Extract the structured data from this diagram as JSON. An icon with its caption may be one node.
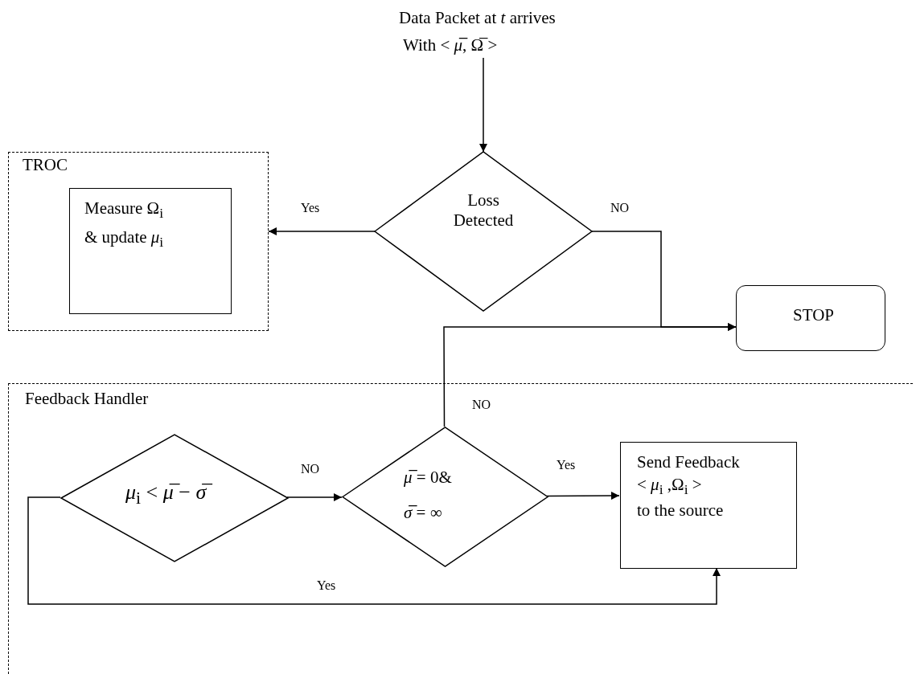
{
  "diagram": {
    "nodes": [
      {
        "text": [
          "Data Packet at *t* arrives",
          "With < *μ̅*, Ω̅ >"
        ]
      },
      {
        "text": [
          "TROC"
        ]
      },
      {
        "text": [
          "Measure Ω$_{i}$",
          "& update *μ*$_{i}$"
        ],
        "in": 1
      },
      {
        "text": [
          "Loss Detected"
        ]
      },
      {
        "text": [
          "STOP"
        ]
      },
      {
        "text": [
          "Feedback Handler"
        ]
      },
      {
        "text": [
          "*μ*$_{i}$ < *μ̅* − *σ̅*"
        ],
        "in": 5
      },
      {
        "text": [
          "*μ̅* = 0&",
          "*σ̅* = ∞"
        ],
        "in": 5
      },
      {
        "text": [
          "Send Feedback",
          "< *μ*$_{i}$ ,Ω$_{i}$ >",
          "to the source"
        ],
        "in": 5
      }
    ],
    "edges": [
      {
        "from": 0,
        "to": 3,
        "arrow": "to"
      },
      {
        "from": 3,
        "to": 1,
        "arrow": "to",
        "label": "Yes"
      },
      {
        "from": 3,
        "to": 4,
        "arrow": "to",
        "label": "NO"
      },
      {
        "from": 7,
        "to": 4,
        "arrow": "to",
        "label": "NO"
      },
      {
        "from": 6,
        "to": 7,
        "arrow": "to",
        "label": "NO"
      },
      {
        "from": 7,
        "to": 8,
        "arrow": "to",
        "label": "Yes"
      },
      {
        "from": 6,
        "to": 8,
        "arrow": "to",
        "label": "Yes"
      }
    ]
  }
}
